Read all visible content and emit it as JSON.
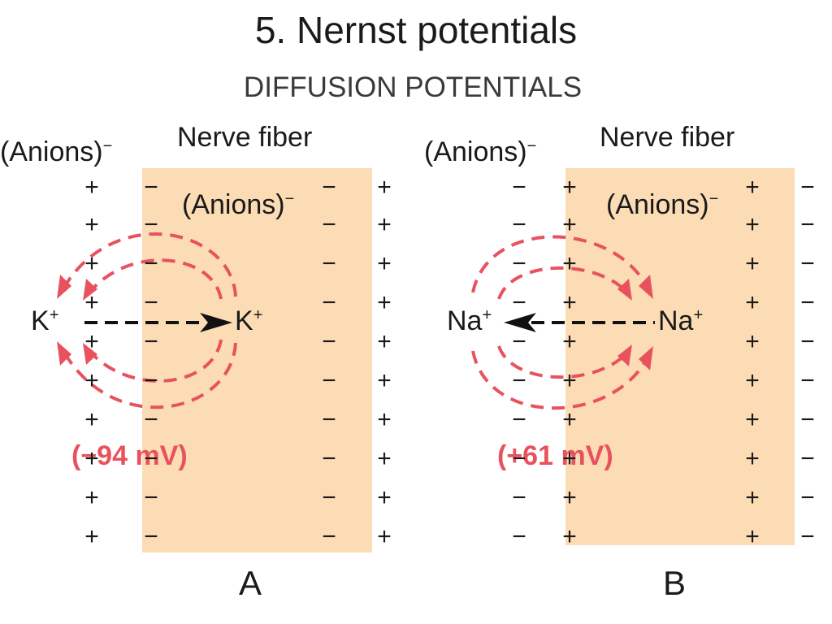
{
  "slide_title": "5. Nernst potentials",
  "diagram_title": "DIFFUSION POTENTIALS",
  "panels": [
    {
      "letter": "A",
      "fiber_label": "Nerve fiber",
      "outside_anion_label": "(Anions)",
      "inside_anion_label": "(Anions)",
      "anion_charge": "−",
      "ion_outside": "K",
      "ion_inside": "K",
      "ion_charge": "+",
      "potential": "(−94 mV)",
      "signs": {
        "outer_left": "+",
        "inner_left": "−",
        "inner_right": "−",
        "outer_right": "+"
      }
    },
    {
      "letter": "B",
      "fiber_label": "Nerve fiber",
      "outside_anion_label": "(Anions)",
      "inside_anion_label": "(Anions)",
      "anion_charge": "−",
      "ion_outside": "Na",
      "ion_inside": "Na",
      "ion_charge": "+",
      "potential": "(+61 mV)",
      "signs": {
        "outer_left": "−",
        "inner_left": "+",
        "inner_right": "+",
        "outer_right": "−"
      }
    }
  ],
  "colors": {
    "fiber": "#fbdcb4",
    "flux_arrow": "#e8525f",
    "net_arrow": "#111111",
    "potential_text": "#e8525f"
  }
}
